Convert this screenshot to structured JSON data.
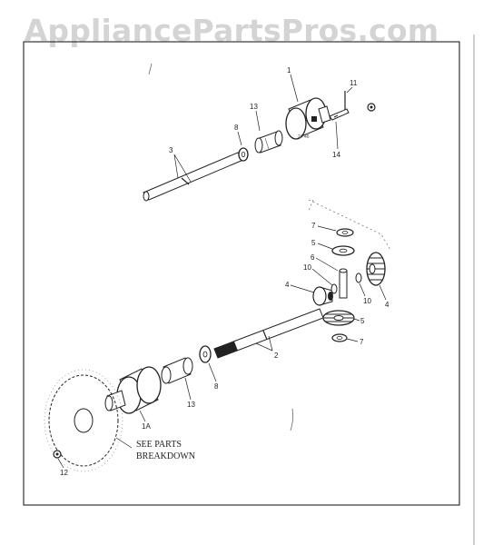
{
  "watermark": "AppliancePartsPros.com",
  "note_line1": "SEE PARTS",
  "note_line2": "BREAKDOWN",
  "labels": {
    "p1": "1",
    "p11": "11",
    "p13_top": "13",
    "p8_top": "8",
    "p14": "14",
    "p3": "3",
    "p7_top": "7",
    "p5_top": "5",
    "p6": "6",
    "p10_a": "10",
    "p4_left": "4",
    "p10_b": "10",
    "p4_right": "4",
    "p5_bottom": "5",
    "p7_bottom": "7",
    "p2": "2",
    "p8_bottom": "8",
    "p13_bottom": "13",
    "p1A": "1A",
    "p12": "12"
  }
}
